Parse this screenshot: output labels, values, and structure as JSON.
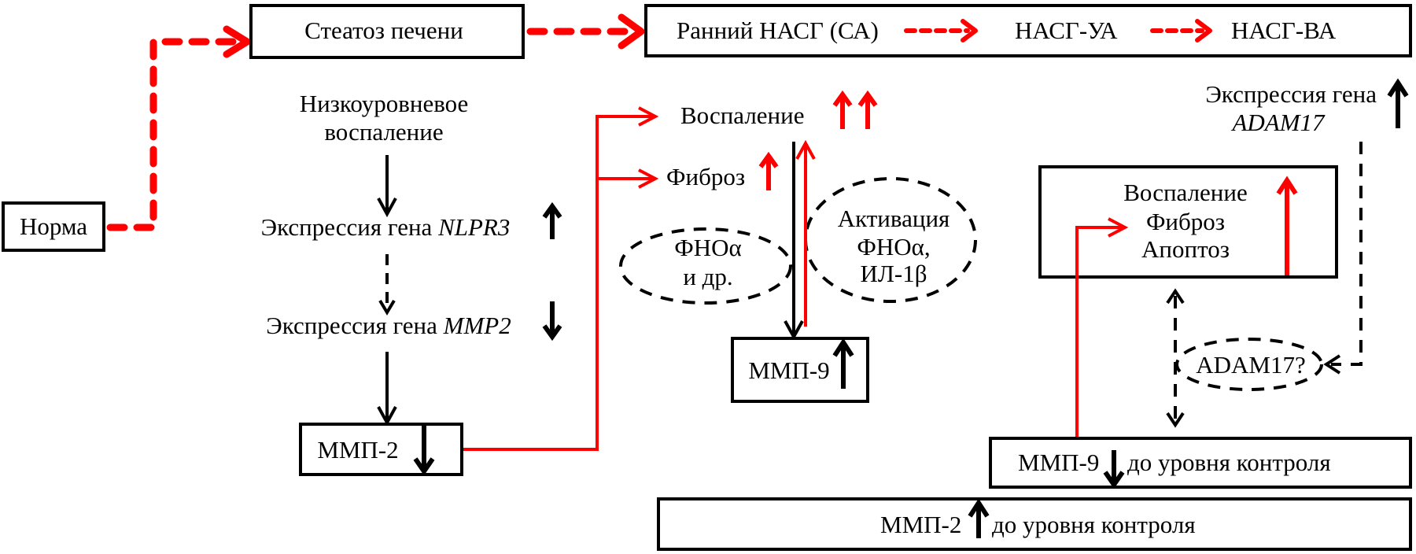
{
  "colors": {
    "progression": "#ff0000",
    "mechanism": "#000000",
    "background": "#ffffff"
  },
  "stages": {
    "norm": "Норма",
    "steatosis": "Стеатоз печени",
    "early_nash": "Ранний НАСГ (СА)",
    "nash_ua": "НАСГ-УА",
    "nash_va": "НАСГ-ВА"
  },
  "left_column": {
    "low_grade_line1": "Низкоуровневое",
    "low_grade_line2": "воспаление",
    "nlpr3_prefix": "Экспрессия гена ",
    "nlpr3_gene": "NLPR3",
    "nlpr3_trend": "up",
    "mmp2_prefix": "Экспрессия гена ",
    "mmp2_gene": "MMP2",
    "mmp2_trend": "down",
    "mmp2_box": "ММП-2",
    "mmp2_box_trend": "down"
  },
  "middle_column": {
    "inflammation": "Воспаление",
    "inflammation_trend": "up-up",
    "fibrosis": "Фиброз",
    "fibrosis_trend": "up",
    "tnf_line1": "ФНОα",
    "tnf_line2": "и др.",
    "activation_line1": "Активация",
    "activation_line2": "ФНОα,",
    "activation_line3": "ИЛ-1β",
    "mmp9_box": "ММП-9",
    "mmp9_box_trend": "up"
  },
  "right_column": {
    "adam17_line1": "Экспрессия гена",
    "adam17_gene": "ADAM17",
    "adam17_trend": "up",
    "outcome_line1": "Воспаление",
    "outcome_line2": "Фиброз",
    "outcome_line3": "Апоптоз",
    "adam17_question": "ADAM17?",
    "mmp9_control_name": "ММП-9",
    "mmp9_control_text": "до уровня контроля",
    "mmp9_control_trend": "down",
    "mmp2_control_name": "ММП-2",
    "mmp2_control_text": "до уровня контроля",
    "mmp2_control_trend": "up"
  }
}
